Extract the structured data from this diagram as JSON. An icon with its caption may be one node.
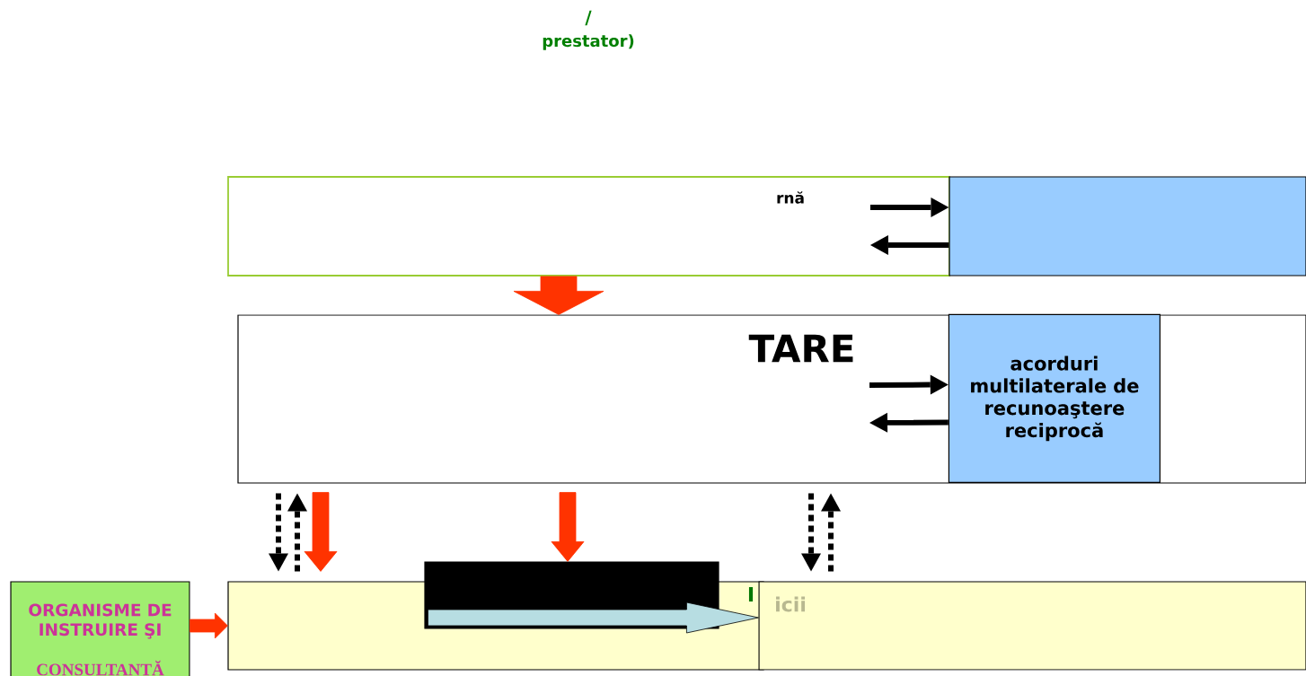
{
  "diagram": {
    "nodes": [
      {
        "text": [
          "rnă"
        ]
      },
      {
        "text": [],
        "shape": "box"
      },
      {
        "text": [
          "TARE"
        ]
      },
      {
        "text": [
          "acorduri multilaterale de recunoaştere reciprocă"
        ],
        "in": 2
      },
      {
        "text": [],
        "shape": "box"
      },
      {
        "text": [],
        "shape": "box"
      },
      {
        "text": [
          "icii"
        ]
      },
      {
        "text": [
          "ORGANISME DE INSTRUIRE ŞI",
          "CONSULTANTĂ"
        ]
      }
    ],
    "edges": [
      {
        "from": 0,
        "to": 2,
        "arrow": "to",
        "style": "thick",
        "color": "#ff3300"
      },
      {
        "from": 0,
        "to": 1,
        "arrow": "to"
      },
      {
        "from": 1,
        "to": 0,
        "arrow": "to"
      },
      {
        "from": null,
        "to": 3,
        "arrow": "to"
      },
      {
        "from": 3,
        "to": null,
        "arrow": "to"
      },
      {
        "from": 2,
        "to": 4,
        "arrow": "to",
        "style": "dashed"
      },
      {
        "from": 4,
        "to": 2,
        "arrow": "to",
        "style": "dashed"
      },
      {
        "from": 2,
        "to": 4,
        "arrow": "to",
        "style": "thick",
        "color": "#ff3300"
      },
      {
        "from": 2,
        "to": 5,
        "arrow": "to",
        "style": "thick",
        "color": "#ff3300"
      },
      {
        "from": 2,
        "to": 6,
        "arrow": "to",
        "style": "dashed"
      },
      {
        "from": 6,
        "to": 2,
        "arrow": "to",
        "style": "dashed"
      },
      {
        "from": 5,
        "to": 6,
        "arrow": "to",
        "style": "thick",
        "color": "#b7dde2"
      },
      {
        "from": 7,
        "to": 4,
        "arrow": "to",
        "style": "thick",
        "color": "#ff3300"
      }
    ],
    "labels": [
      "/",
      "prestator)",
      "I"
    ]
  }
}
